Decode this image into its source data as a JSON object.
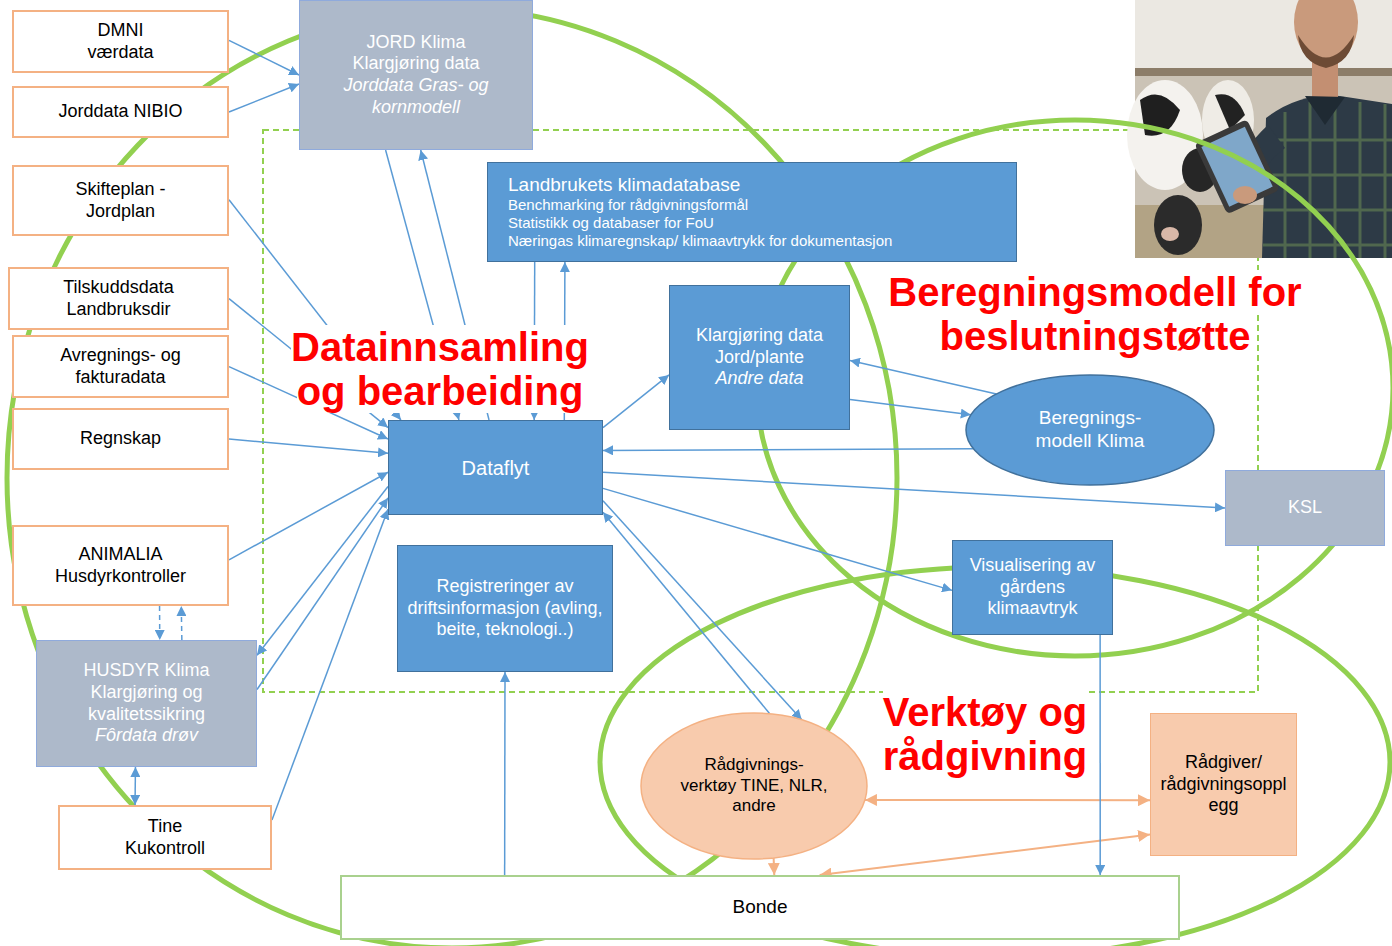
{
  "diagram": {
    "nodes": [
      {
        "text": [
          "DMNI værdata"
        ]
      },
      {
        "text": [
          "Jorddata NIBIO"
        ]
      },
      {
        "text": [
          "JORD Klima Klargjøring data",
          "Jorddata Gras- og kornmodell"
        ]
      },
      {
        "text": [
          "Landbrukets klimadatabase",
          "Benchmarking for rådgivningsformål",
          "Statistikk og databaser for FoU",
          "Næringas klimaregnskap/ klimaavtrykk for dokumentasjon"
        ]
      },
      {
        "text": [
          "Skifteplan - Jordplan"
        ]
      },
      {
        "text": [
          "Tilskuddsdata Landbruksdir"
        ]
      },
      {
        "text": [
          "Klargjøring data Jord/plante",
          "Andre data"
        ]
      },
      {
        "text": [
          "Avregnings- og fakturadata"
        ]
      },
      {
        "text": [
          "Beregnings- modell Klima"
        ]
      },
      {
        "text": [
          "Regnskap"
        ]
      },
      {
        "text": [
          "Dataflyt"
        ]
      },
      {
        "text": [
          "KSL"
        ]
      },
      {
        "text": [
          "ANIMALIA Husdyrkontroller"
        ]
      },
      {
        "text": [
          "Registreringer av driftsinformasjon (avling, beite, teknologi..)"
        ]
      },
      {
        "text": [
          "Visualisering av gårdens klimaavtryk"
        ]
      },
      {
        "text": [
          "HUSDYR Klima Klargjøring og kvalitetssikring",
          "Fôrdata drøv"
        ]
      },
      {
        "text": [
          "Rådgivnings- verktøy TINE, NLR, andre"
        ]
      },
      {
        "text": [
          "Rådgiver/ rådgivningsopplegg"
        ]
      },
      {
        "text": [
          "Tine Kukontroll"
        ]
      },
      {
        "text": [
          "Bonde"
        ]
      }
    ],
    "edges": [
      {
        "from": 0,
        "to": 2,
        "arrow": "to"
      },
      {
        "from": 1,
        "to": 2,
        "arrow": "to"
      },
      {
        "from": 2,
        "to": 10,
        "arrow": "to"
      },
      {
        "from": 10,
        "to": 2,
        "arrow": "to"
      },
      {
        "from": 3,
        "to": 10,
        "arrow": "to"
      },
      {
        "from": 10,
        "to": 3,
        "arrow": "to"
      },
      {
        "from": 4,
        "to": 10,
        "arrow": "to"
      },
      {
        "from": 5,
        "to": 10,
        "arrow": "to"
      },
      {
        "from": 7,
        "to": 10,
        "arrow": "to"
      },
      {
        "from": 9,
        "to": 10,
        "arrow": "to"
      },
      {
        "from": 12,
        "to": 10,
        "arrow": "to"
      },
      {
        "from": 12,
        "to": 15,
        "arrow": "to"
      },
      {
        "from": 15,
        "to": 12,
        "arrow": "to"
      },
      {
        "from": 10,
        "to": 15,
        "arrow": "to"
      },
      {
        "from": 15,
        "to": 10,
        "arrow": "to"
      },
      {
        "from": 15,
        "to": 18,
        "arrow": "both"
      },
      {
        "from": 18,
        "to": 10,
        "arrow": "to"
      },
      {
        "from": 10,
        "to": 6,
        "arrow": "to"
      },
      {
        "from": 6,
        "to": 8,
        "arrow": "to"
      },
      {
        "from": 8,
        "to": 6,
        "arrow": "to"
      },
      {
        "from": 8,
        "to": 10,
        "arrow": "to"
      },
      {
        "from": 10,
        "to": 11,
        "arrow": "to"
      },
      {
        "from": 10,
        "to": 14,
        "arrow": "to"
      },
      {
        "from": 10,
        "to": 16,
        "arrow": "to"
      },
      {
        "from": 16,
        "to": 10,
        "arrow": "to"
      },
      {
        "from": 16,
        "to": 17,
        "arrow": "both"
      },
      {
        "from": 16,
        "to": 19,
        "arrow": "to"
      },
      {
        "from": 17,
        "to": 19,
        "arrow": "both"
      },
      {
        "from": 14,
        "to": 19,
        "arrow": "to"
      },
      {
        "from": 19,
        "to": 13,
        "arrow": "to"
      }
    ],
    "labels": [
      "Datainnsamling og bearbeiding",
      "Beregningsmodell for beslutningstøtte",
      "Verktøy og rådgivning"
    ]
  }
}
